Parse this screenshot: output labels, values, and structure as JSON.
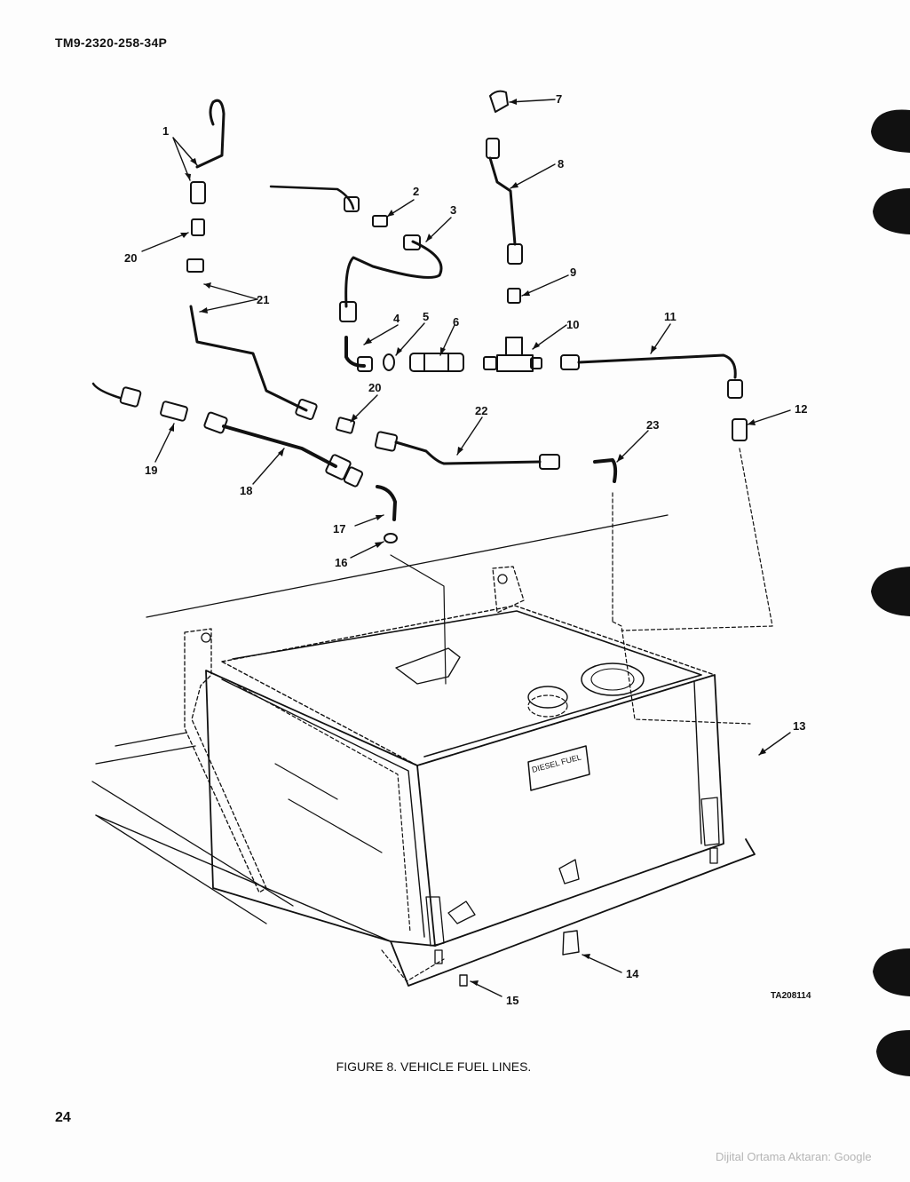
{
  "document": {
    "id": "TM9-2320-258-34P",
    "page_number": "24",
    "figure_caption": "FIGURE 8. VEHICLE FUEL LINES.",
    "figure_code": "TA208114",
    "tank_plate_label": "DIESEL FUEL",
    "watermark": "Dijital Ortama Aktaran: Google"
  },
  "callouts": {
    "c1": "1",
    "c2": "2",
    "c3": "3",
    "c4": "4",
    "c5": "5",
    "c6": "6",
    "c7": "7",
    "c8": "8",
    "c9": "9",
    "c10": "10",
    "c11": "11",
    "c12": "12",
    "c13": "13",
    "c14": "14",
    "c15": "15",
    "c16": "16",
    "c17": "17",
    "c18": "18",
    "c19": "19",
    "c20a": "20",
    "c20b": "20",
    "c21": "21",
    "c22": "22",
    "c23": "23"
  },
  "colors": {
    "ink": "#111111",
    "paper": "#fdfdfd",
    "watermark": "#b5b5b5"
  }
}
